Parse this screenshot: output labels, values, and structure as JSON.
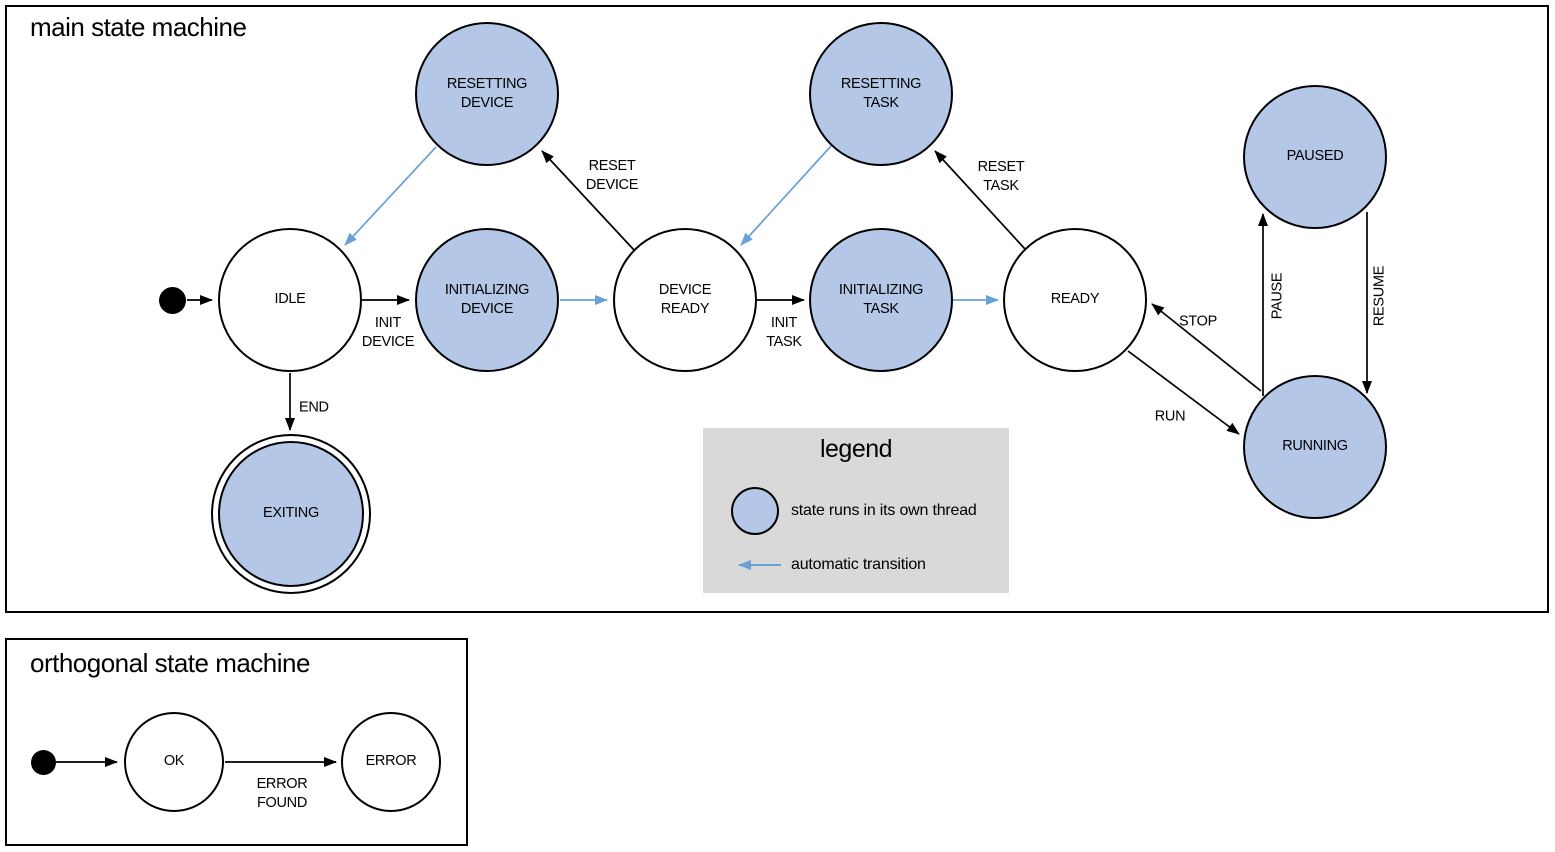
{
  "colors": {
    "threaded_state_fill": "#b4c7e7",
    "automatic_transition_blue": "#69a0d7",
    "line_black": "#000000",
    "legend_background": "#d9d9d9"
  },
  "main_machine": {
    "title": "main state machine",
    "states": [
      {
        "id": "idle",
        "label": "IDLE",
        "threaded": false,
        "final": false
      },
      {
        "id": "initializing-device",
        "label": "INITIALIZING DEVICE",
        "threaded": true,
        "final": false
      },
      {
        "id": "device-ready",
        "label": "DEVICE READY",
        "threaded": false,
        "final": false
      },
      {
        "id": "initializing-task",
        "label": "INITIALIZING TASK",
        "threaded": true,
        "final": false
      },
      {
        "id": "ready",
        "label": "READY",
        "threaded": false,
        "final": false
      },
      {
        "id": "resetting-device",
        "label": "RESETTING DEVICE",
        "threaded": true,
        "final": false
      },
      {
        "id": "resetting-task",
        "label": "RESETTING TASK",
        "threaded": true,
        "final": false
      },
      {
        "id": "paused",
        "label": "PAUSED",
        "threaded": true,
        "final": false
      },
      {
        "id": "running",
        "label": "RUNNING",
        "threaded": true,
        "final": false
      },
      {
        "id": "exiting",
        "label": "EXITING",
        "threaded": true,
        "final": true
      }
    ],
    "transitions": [
      {
        "from": "initial",
        "to": "idle",
        "label": "",
        "automatic": false
      },
      {
        "from": "idle",
        "to": "initializing-device",
        "label": "INIT DEVICE",
        "automatic": false
      },
      {
        "from": "initializing-device",
        "to": "device-ready",
        "label": "",
        "automatic": true
      },
      {
        "from": "device-ready",
        "to": "resetting-device",
        "label": "RESET DEVICE",
        "automatic": false
      },
      {
        "from": "resetting-device",
        "to": "idle",
        "label": "",
        "automatic": true
      },
      {
        "from": "device-ready",
        "to": "initializing-task",
        "label": "INIT TASK",
        "automatic": false
      },
      {
        "from": "initializing-task",
        "to": "ready",
        "label": "",
        "automatic": true
      },
      {
        "from": "ready",
        "to": "resetting-task",
        "label": "RESET TASK",
        "automatic": false
      },
      {
        "from": "resetting-task",
        "to": "device-ready",
        "label": "",
        "automatic": true
      },
      {
        "from": "ready",
        "to": "running",
        "label": "RUN",
        "automatic": false
      },
      {
        "from": "running",
        "to": "ready",
        "label": "STOP",
        "automatic": false
      },
      {
        "from": "running",
        "to": "paused",
        "label": "PAUSE",
        "automatic": false
      },
      {
        "from": "paused",
        "to": "running",
        "label": "RESUME",
        "automatic": false
      },
      {
        "from": "idle",
        "to": "exiting",
        "label": "END",
        "automatic": false
      }
    ]
  },
  "legend": {
    "title": "legend",
    "items": [
      {
        "swatch": "threaded-state-circle",
        "label": "state runs in its own thread"
      },
      {
        "swatch": "automatic-transition-arrow",
        "label": "automatic transition"
      }
    ]
  },
  "orthogonal_machine": {
    "title": "orthogonal state machine",
    "states": [
      {
        "id": "ok",
        "label": "OK",
        "threaded": false,
        "final": false
      },
      {
        "id": "error",
        "label": "ERROR",
        "threaded": false,
        "final": false
      }
    ],
    "transitions": [
      {
        "from": "initial",
        "to": "ok",
        "label": "",
        "automatic": false
      },
      {
        "from": "ok",
        "to": "error",
        "label": "ERROR FOUND",
        "automatic": false
      }
    ]
  }
}
